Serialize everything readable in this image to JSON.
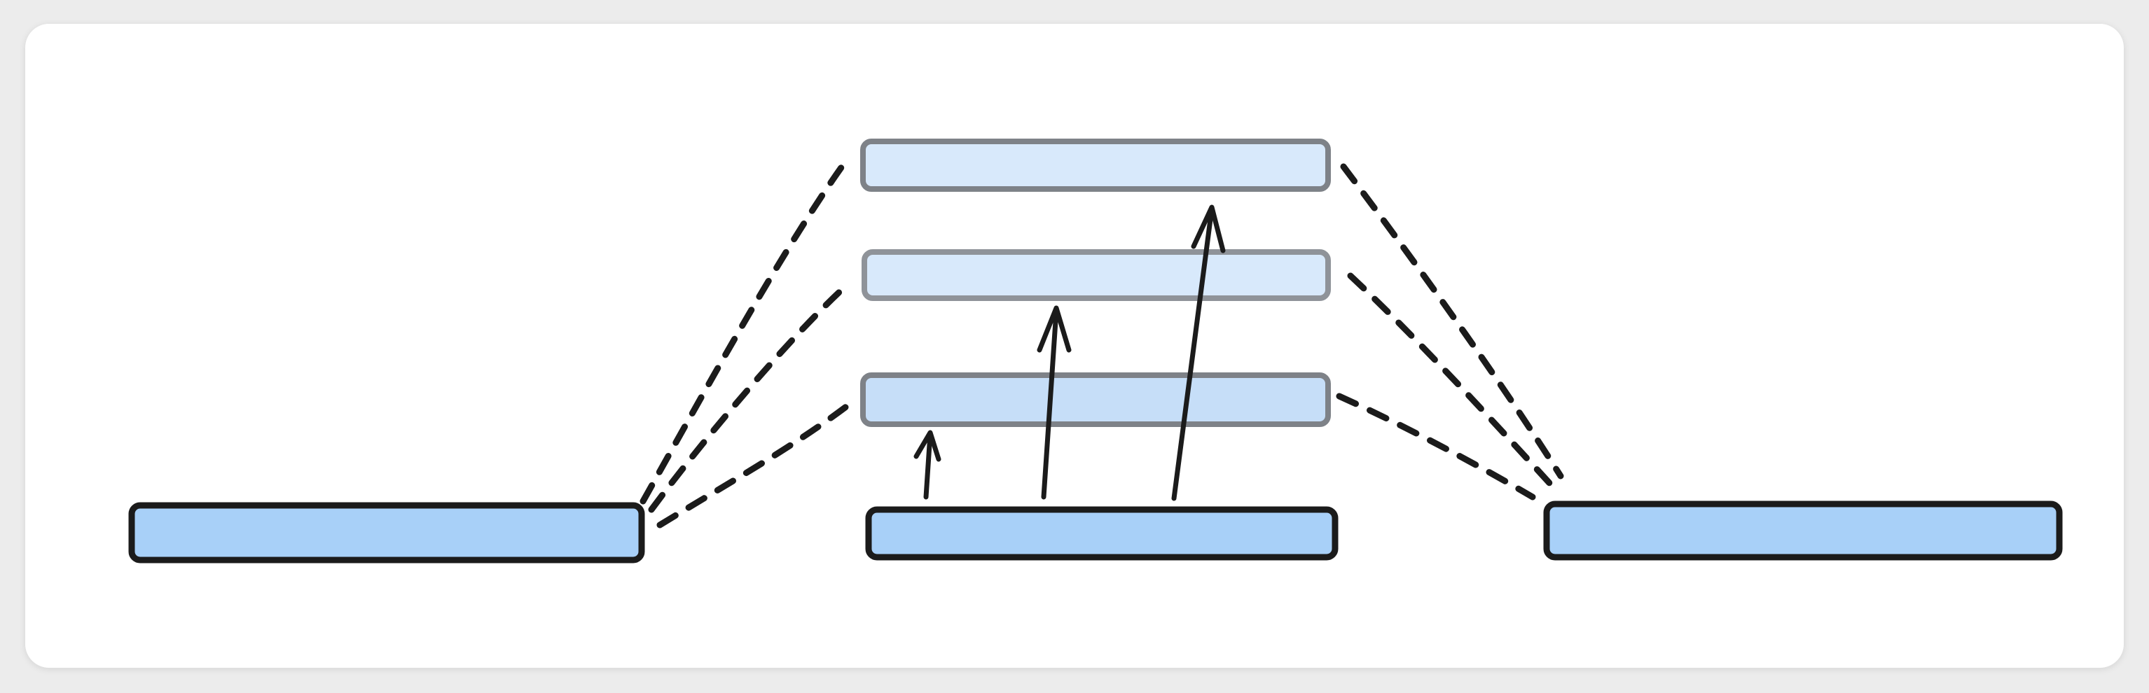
{
  "diagram": {
    "colors": {
      "bar_fill": "#a8d0f8",
      "bar_fill_light": "#c6def8",
      "bar_fill_lighter": "#d8e9fb",
      "outline_dark": "#1b1b1b",
      "outline_gray": "#7e8288",
      "outline_lightgray": "#8f9399",
      "connector": "#1b1b1b"
    },
    "bars": [
      {
        "id": "left-bar",
        "role": "source",
        "fill": "bar_fill",
        "stroke": "outline_dark"
      },
      {
        "id": "center-bottom-bar",
        "role": "base",
        "fill": "bar_fill",
        "stroke": "outline_dark"
      },
      {
        "id": "right-bar",
        "role": "target",
        "fill": "bar_fill",
        "stroke": "outline_dark"
      },
      {
        "id": "center-level-1-bar",
        "role": "intermediate",
        "fill": "bar_fill_light",
        "stroke": "outline_gray"
      },
      {
        "id": "center-level-2-bar",
        "role": "intermediate",
        "fill": "bar_fill_lighter",
        "stroke": "outline_lightgray"
      },
      {
        "id": "center-level-3-bar",
        "role": "intermediate",
        "fill": "bar_fill_lighter",
        "stroke": "outline_gray"
      }
    ],
    "arrows": [
      {
        "id": "arrow-to-level-1",
        "from": "center-bottom-bar",
        "to": "center-level-1-bar"
      },
      {
        "id": "arrow-to-level-2",
        "from": "center-bottom-bar",
        "to": "center-level-2-bar"
      },
      {
        "id": "arrow-to-level-3",
        "from": "center-bottom-bar",
        "to": "center-level-3-bar"
      }
    ],
    "connectors": [
      {
        "id": "dashed-left-to-level-1",
        "style": "dashed"
      },
      {
        "id": "dashed-left-to-level-2",
        "style": "dashed"
      },
      {
        "id": "dashed-left-to-level-3",
        "style": "dashed"
      },
      {
        "id": "dashed-level-1-to-right",
        "style": "dashed"
      },
      {
        "id": "dashed-level-2-to-right",
        "style": "dashed"
      },
      {
        "id": "dashed-level-3-to-right",
        "style": "dashed"
      }
    ]
  }
}
